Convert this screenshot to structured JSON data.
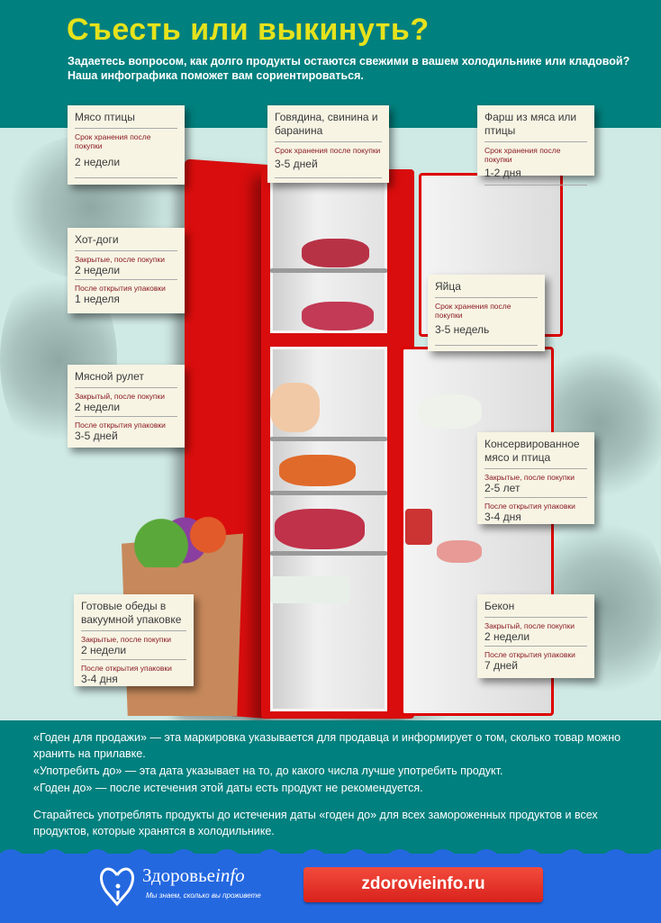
{
  "header": {
    "title": "Съесть или выкинуть?",
    "subtitle": "Задаетесь вопросом, как долго продукты остаются свежими в вашем холодильнике или кладовой? Наша инфографика поможет вам сориентироваться."
  },
  "cards": [
    {
      "title": "Мясо птицы",
      "rows": [
        {
          "label": "Срок хранения после покупки",
          "value": "2 недели"
        }
      ]
    },
    {
      "title": "Говядина, свинина и баранина",
      "rows": [
        {
          "label": "Срок хранения после покупки",
          "value": "3-5 дней"
        }
      ]
    },
    {
      "title": "Фарш из мяса или птицы",
      "rows": [
        {
          "label": "Срок хранения после покупки",
          "value": "1-2 дня"
        }
      ]
    },
    {
      "title": "Хот-доги",
      "rows": [
        {
          "label": "Закрытые, после покупки",
          "value": "2 недели"
        },
        {
          "label": "После открытия упаковки",
          "value": "1 неделя"
        }
      ]
    },
    {
      "title": "Яйца",
      "rows": [
        {
          "label": "Срок хранения после покупки",
          "value": "3-5 недель"
        }
      ]
    },
    {
      "title": "Мясной рулет",
      "rows": [
        {
          "label": "Закрытый, после покупки",
          "value": "2 недели"
        },
        {
          "label": "После открытия упаковки",
          "value": "3-5 дней"
        }
      ]
    },
    {
      "title": "Консервированное мясо и птица",
      "rows": [
        {
          "label": "Закрытые, после покупки",
          "value": "2-5 лет"
        },
        {
          "label": "После открытия упаковки",
          "value": "3-4 дня"
        }
      ]
    },
    {
      "title": "Бекон",
      "rows": [
        {
          "label": "Закрытый, после покупки",
          "value": "2 недели"
        },
        {
          "label": "После открытия упаковки",
          "value": "7 дней"
        }
      ]
    },
    {
      "title": "Готовые обеды в вакуумной упаковке",
      "rows": [
        {
          "label": "Закрытые, после покупки",
          "value": "2 недели"
        },
        {
          "label": "После открытия упаковки",
          "value": "3-4 дня"
        }
      ]
    }
  ],
  "footer": {
    "p1": "«Годен для продажи» — эта маркировка указывается для продавца и информирует о том, сколько товар можно хранить на прилавке.",
    "p2": "«Употребить до» — эта дата указывает на то, до какого числа лучше употребить продукт.",
    "p3": "«Годен до» — после истечения этой даты есть продукт не рекомендуется.",
    "p4": "Старайтесь употреблять продукты до истечения даты «годен до» для всех замороженных продуктов и всех продуктов, которые хранятся в холодильнике."
  },
  "brand": {
    "name": "Здоровье",
    "name_suffix": "info",
    "tagline": "Мы знаем, сколько вы проживете",
    "url": "zdorovieinfo.ru"
  }
}
